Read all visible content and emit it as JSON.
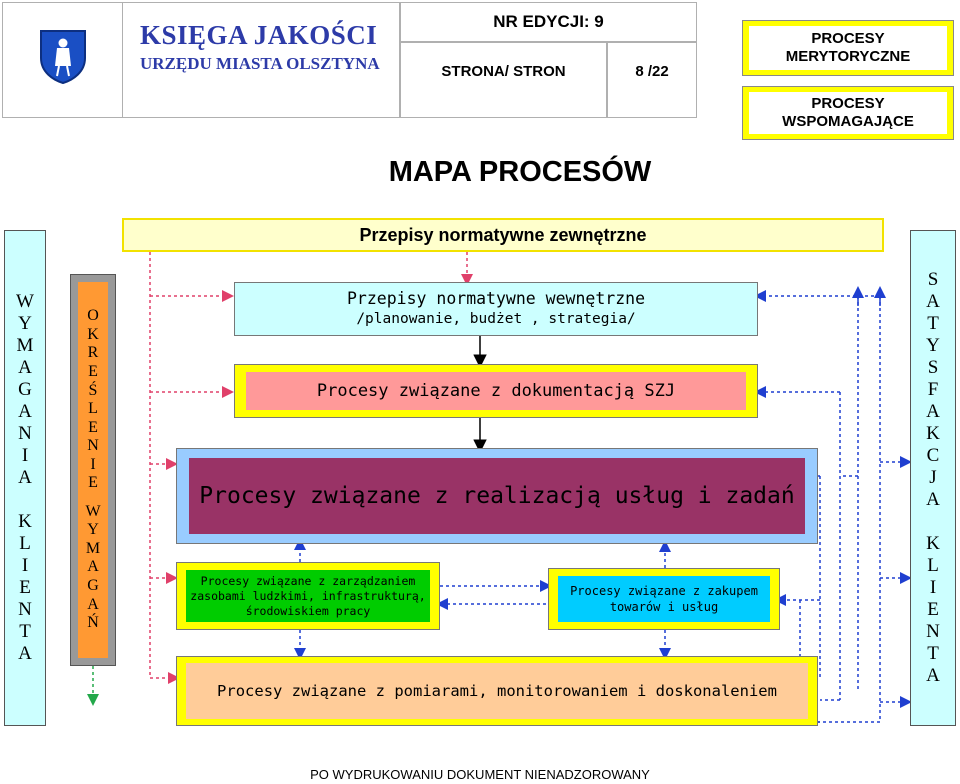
{
  "header": {
    "logo_title": "KSIĘGA JAKOŚCI",
    "logo_subtitle": "URZĘDU MIASTA OLSZTYNA",
    "edition_label": "NR EDYCJI: 9",
    "page_label": "STRONA/ STRON",
    "page_value": "8 /22"
  },
  "legend": {
    "substantive": "PROCESY MERYTORYCZNE",
    "supporting": "PROCESY WSPOMAGAJĄCE",
    "substantive_color": "#ffff00",
    "supporting_color": "#ffff00"
  },
  "page_title": "MAPA PROCESÓW",
  "diagram": {
    "external_regulations": "Przepisy normatywne zewnętrzne",
    "internal_regulations_line1": "Przepisy normatywne wewnętrzne",
    "internal_regulations_line2": "/planowanie, budżet , strategia/",
    "documentation": "Procesy związane z dokumentacją SZJ",
    "realization": "Procesy związane z realizacją usług i zadań",
    "resources_line1": "Procesy związane z zarządzaniem",
    "resources_line2": "zasobami ludzkimi, infrastrukturą,",
    "resources_line3": "środowiskiem pracy",
    "purchasing_line1": "Procesy związane z zakupem",
    "purchasing_line2": "towarów i usług",
    "measurement": "Procesy związane z pomiarami, monitorowaniem i doskonaleniem",
    "left_column": "WYMAGANIA KLIENTA",
    "requirements_line1": "OKREŚLENIE",
    "requirements_line2": "WYMAGAŃ",
    "right_column_line1": "SATYSFAKCJA",
    "right_column_line2": "KLIENTA"
  },
  "footer": "PO WYDRUKOWANIU DOKUMENT NIENADZOROWANY"
}
